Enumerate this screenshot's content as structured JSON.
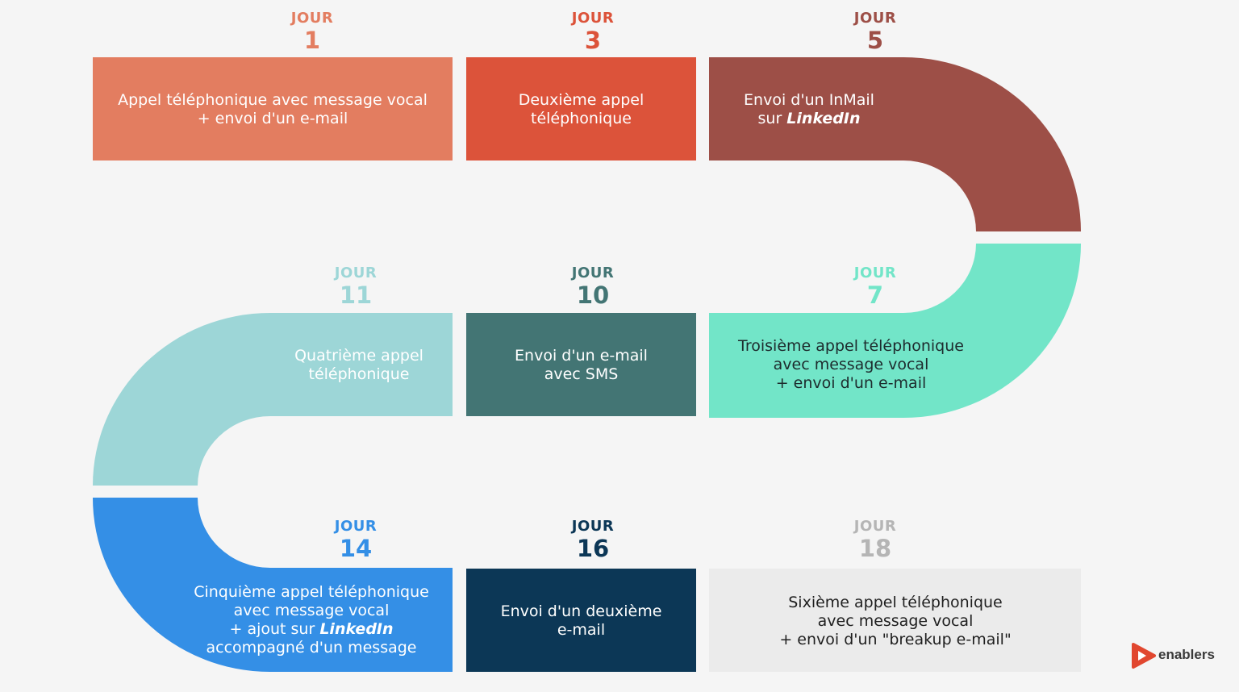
{
  "colors": {
    "background": "#f5f5f5",
    "step_1": "#e37d60",
    "step_3": "#dc533a",
    "step_5": "#9d4f47",
    "step_7": "#72e5c8",
    "step_10": "#437574",
    "step_11": "#9dd6d7",
    "step_14": "#348fe6",
    "step_16": "#0c3756",
    "step_18": "#ebebeb"
  },
  "steps": [
    {
      "label": "JOUR",
      "number": "1",
      "color": "#e37d60",
      "lines": [
        "Appel téléphonique avec message vocal",
        "+ envoi d'un e-mail"
      ]
    },
    {
      "label": "JOUR",
      "number": "3",
      "color": "#dc533a",
      "lines": [
        "Deuxième appel",
        "téléphonique"
      ]
    },
    {
      "label": "JOUR",
      "number": "5",
      "color": "#9d4f47",
      "lines": [
        "Envoi d'un InMail",
        "sur "
      ],
      "emphasis": "LinkedIn"
    },
    {
      "label": "JOUR",
      "number": "7",
      "color": "#72e5c8",
      "lines": [
        "Troisième appel téléphonique",
        "avec message vocal",
        "+ envoi d'un e-mail"
      ]
    },
    {
      "label": "JOUR",
      "number": "10",
      "color": "#437574",
      "lines": [
        "Envoi d'un e-mail",
        "avec SMS"
      ]
    },
    {
      "label": "JOUR",
      "number": "11",
      "color": "#9dd6d7",
      "lines": [
        "Quatrième appel",
        "téléphonique"
      ]
    },
    {
      "label": "JOUR",
      "number": "14",
      "color": "#348fe6",
      "lines": [
        "Cinquième appel téléphonique",
        "avec message vocal",
        "+ ajout sur ",
        "accompagné d'un message"
      ],
      "emphasis": "LinkedIn"
    },
    {
      "label": "JOUR",
      "number": "16",
      "color": "#0c3756",
      "lines": [
        "Envoi d'un deuxième",
        "e-mail"
      ]
    },
    {
      "label": "JOUR",
      "number": "18",
      "color": "#b5b5b5",
      "lines": [
        "Sixième appel téléphonique",
        "avec message vocal",
        "+ envoi d'un \"breakup e-mail\""
      ]
    }
  ],
  "logo": {
    "text": "enablers",
    "color": "#e1472f",
    "icon": "play-icon"
  }
}
